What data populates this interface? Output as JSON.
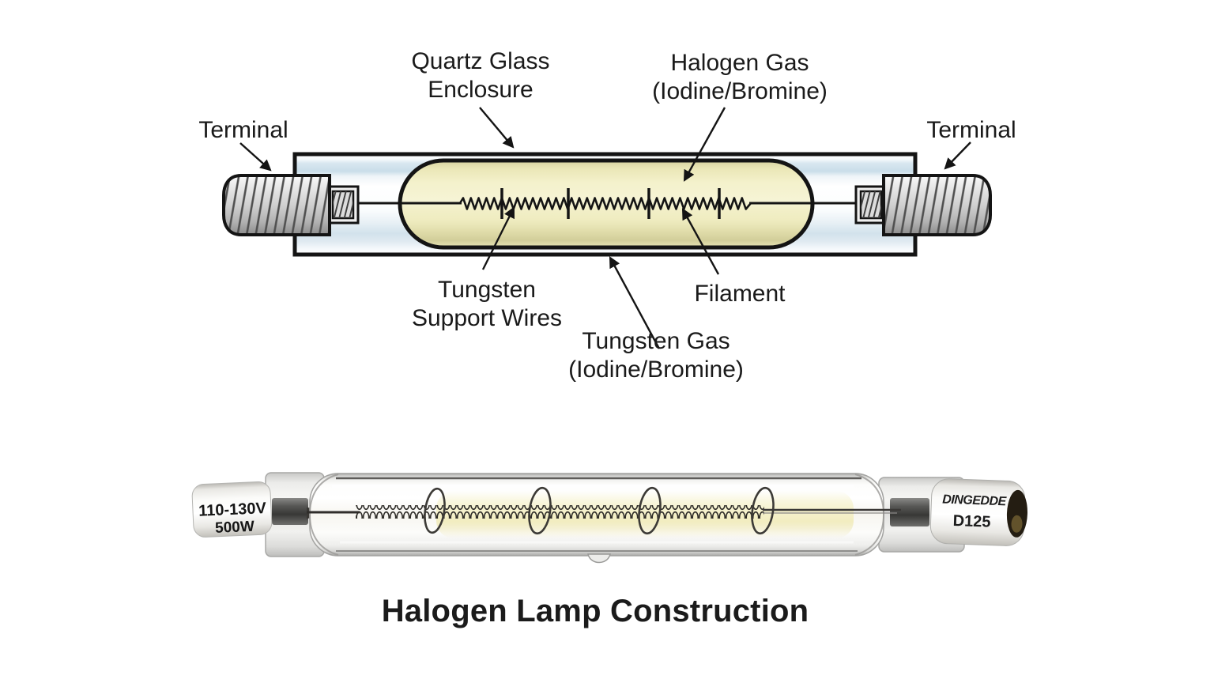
{
  "title": "Halogen Lamp Construction",
  "diagram": {
    "labels": {
      "terminal_left": "Terminal",
      "terminal_right": "Terminal",
      "quartz": {
        "line1": "Quartz Glass",
        "line2": "Enclosure"
      },
      "halogen_gas": {
        "line1": "Halogen Gas",
        "line2": "(Iodine/Bromine)"
      },
      "tungsten_support": {
        "line1": "Tungsten",
        "line2": "Support Wires"
      },
      "filament": "Filament",
      "tungsten_gas": {
        "line1": "Tungsten Gas",
        "line2": "(Iodine/Bromine)"
      }
    },
    "colors": {
      "outline": "#141414",
      "capsule_yellow": "#f1eec4",
      "glass_blue": "#cbdde9",
      "metal_gray": "#c9c9c9"
    }
  },
  "photo_lamp": {
    "left_cap": {
      "line1": "110-130V",
      "line2": "500W"
    },
    "right_cap": {
      "brand": "DINGEDDE",
      "model": "D125"
    },
    "glow_color": "#f5f1ca"
  }
}
